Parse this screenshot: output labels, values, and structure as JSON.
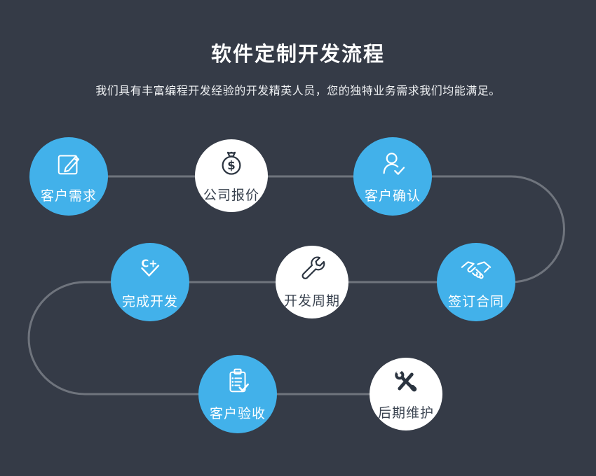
{
  "header": {
    "title": "软件定制开发流程",
    "subtitle": "我们具有丰富编程开发经验的开发精英人员，您的独特业务需求我们均能满足。"
  },
  "colors": {
    "background": "#353b47",
    "accent_blue": "#42b1ea",
    "circle_white": "#ffffff",
    "icon_dark": "#2b3440",
    "connector_gray": "#6f747d",
    "title_text": "#ffffff",
    "white_node_text": "#3a4350"
  },
  "steps": [
    {
      "label": "客户需求",
      "variant": "blue",
      "icon": "pencil-edit-icon"
    },
    {
      "label": "公司报价",
      "variant": "white",
      "icon": "money-bag-icon",
      "icon_text": "$"
    },
    {
      "label": "客户确认",
      "variant": "blue",
      "icon": "user-check-icon"
    },
    {
      "label": "签订合同",
      "variant": "blue",
      "icon": "handshake-icon"
    },
    {
      "label": "开发周期",
      "variant": "white",
      "icon": "wrench-icon"
    },
    {
      "label": "完成开发",
      "variant": "blue",
      "icon": "code-check-icon",
      "icon_text": "C+"
    },
    {
      "label": "客户验收",
      "variant": "blue",
      "icon": "clipboard-check-icon"
    },
    {
      "label": "后期维护",
      "variant": "white",
      "icon": "tools-icon"
    }
  ]
}
